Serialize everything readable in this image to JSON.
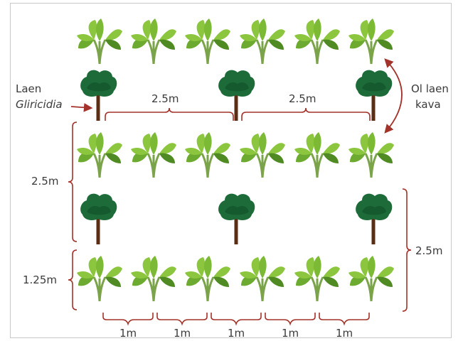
{
  "labels": {
    "laen": "Laen",
    "gliricidia": "Gliricidia",
    "ol_laen": "Ol laen",
    "kava": "kava",
    "tree_spacing_1": "2.5m",
    "tree_spacing_2": "2.5m",
    "row_spacing_left": "2.5m",
    "row_spacing_right": "2.5m",
    "half_row_spacing": "1.25m",
    "plant_spacing": [
      "1m",
      "1m",
      "1m",
      "1m",
      "1m"
    ]
  },
  "colors": {
    "leaf_light": "#8cc63f",
    "leaf_mid": "#6cab2f",
    "leaf_dark": "#4f8a22",
    "stem": "#7aa34a",
    "tree_crown": "#1e6b3a",
    "tree_crown_dark": "#155a2e",
    "tree_trunk": "#5a2e14",
    "annotation": "#a3332a",
    "text": "#3a3a3a"
  },
  "icons": {
    "kava_plant": "kava-plant-icon",
    "gliricidia_tree": "gliricidia-tree-icon"
  }
}
